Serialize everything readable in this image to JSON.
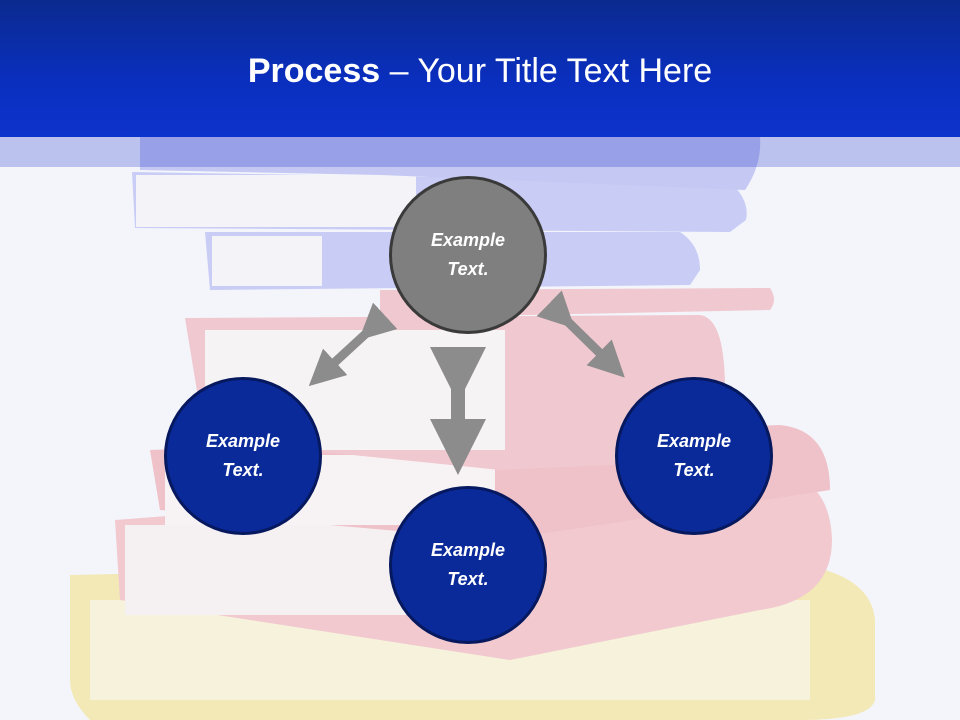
{
  "title": {
    "bold": "Process",
    "rest": " – Your Title Text Here"
  },
  "circles": {
    "top": "Example Text.",
    "left": "Example Text.",
    "bottom": "Example Text.",
    "right": "Example Text."
  },
  "colors": {
    "header": "#0a2fbf",
    "circle_blue": "#0b2a9a",
    "circle_gray": "#7f7f7f",
    "arrow": "#8c8c8c"
  }
}
